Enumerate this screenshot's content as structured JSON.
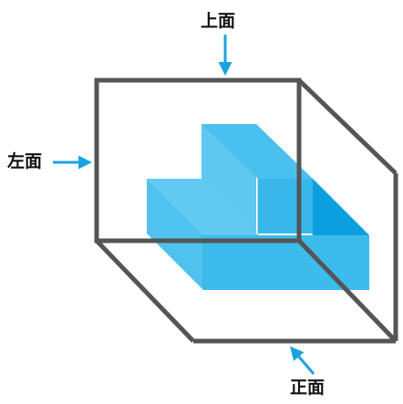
{
  "labels": {
    "top": "上面",
    "left": "左面",
    "front": "正面"
  },
  "colors": {
    "frame": "#555555",
    "arrow": "#1aa3e0",
    "block_front": "#3bbcec",
    "block_top": "#5ec8f0",
    "block_side": "#1aa8e6"
  }
}
